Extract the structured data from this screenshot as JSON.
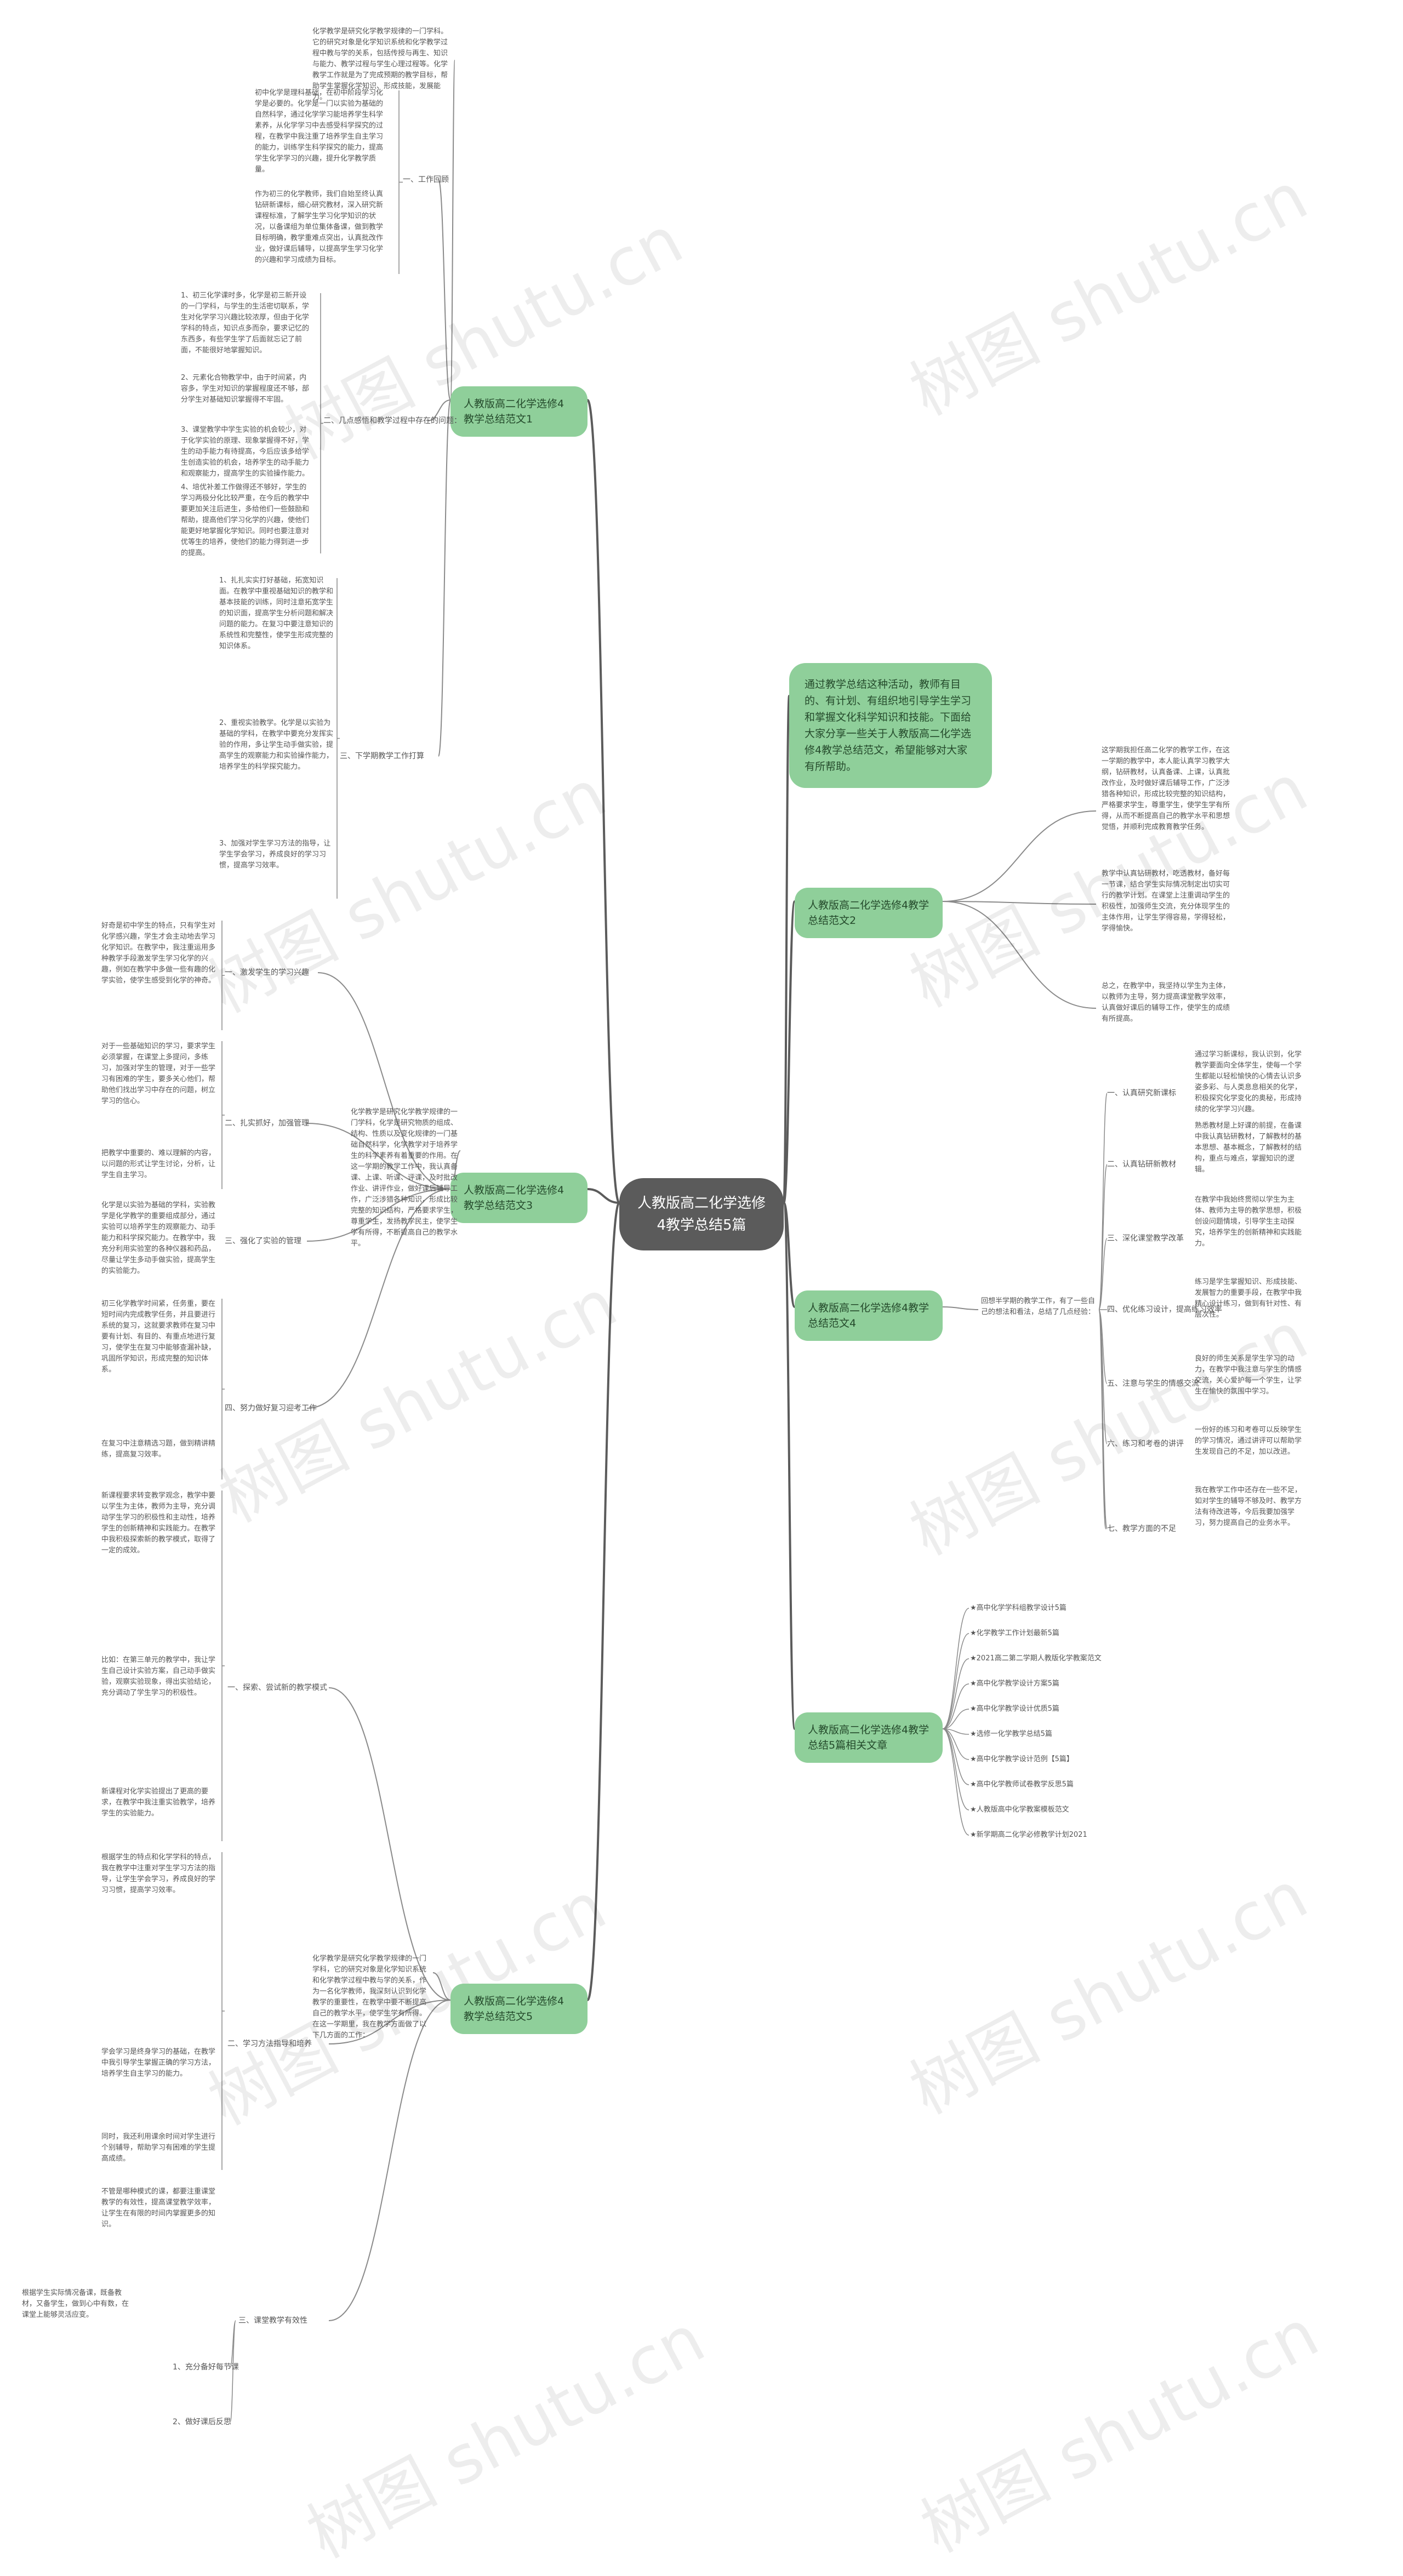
{
  "watermark": "树图 shutu.cn",
  "root": "人教版高二化学选修4教学总结5篇",
  "intro": "通过教学总结这种活动，教师有目的、有计划、有组织地引导学生学习和掌握文化科学知识和技能。下面给大家分享一些关于人教版高二化学选修4教学总结范文，希望能够对大家有所帮助。",
  "b1": {
    "title": "人教版高二化学选修4教学总结范文1",
    "p0": "化学教学是研究化学教学规律的一门学科。它的研究对象是化学知识系统和化学教学过程中教与学的关系，包括传授与再生、知识与能力、教学过程与学生心理过程等。化学教学工作就是为了完成预期的教学目标，帮助学生掌握化学知识、形成技能，发展能力。",
    "s1": "一、工作回顾",
    "s1_p1": "初中化学是理科基础，在初中阶段学习化学是必要的。化学是一门以实验为基础的自然科学，通过化学学习能培养学生科学素养，从化学学习中去感受科学探究的过程，在教学中我注重了培养学生自主学习的能力，训练学生科学探究的能力，提高学生化学学习的兴趣，提升化学教学质量。",
    "s1_p2": "作为初三的化学教师，我们自始至终认真钻研新课标，细心研究教材，深入研究新课程标准，了解学生学习化学知识的状况，以备课组为单位集体备课，做到教学目标明确，教学重难点突出，认真批改作业，做好课后辅导，以提高学生学习化学的兴趣和学习成绩为目标。",
    "s2": "二、几点感悟和教学过程中存在的问题：",
    "s2_p1": "1、初三化学课时多，化学是初三新开设的一门学科，与学生的生活密切联系，学生对化学学习兴趣比较浓厚，但由于化学学科的特点，知识点多而杂，要求记忆的东西多，有些学生学了后面就忘记了前面，不能很好地掌握知识。",
    "s2_p2": "2、元素化合物教学中，由于时间紧，内容多，学生对知识的掌握程度还不够，部分学生对基础知识掌握得不牢固。",
    "s2_p3": "3、课堂教学中学生实验的机会较少，对于化学实验的原理、现象掌握得不好，学生的动手能力有待提高，今后应该多给学生创造实验的机会，培养学生的动手能力和观察能力，提高学生的实验操作能力。",
    "s2_p4": "4、培优补差工作做得还不够好，学生的学习两极分化比较严重，在今后的教学中要更加关注后进生，多给他们一些鼓励和帮助，提高他们学习化学的兴趣，使他们能更好地掌握化学知识。同时也要注意对优等生的培养，使他们的能力得到进一步的提高。",
    "s3": "三、下学期教学工作打算",
    "s3_p1": "1、扎扎实实打好基础，拓宽知识面。在教学中重视基础知识的教学和基本技能的训练，同时注意拓宽学生的知识面，提高学生分析问题和解决问题的能力。在复习中要注意知识的系统性和完整性，使学生形成完整的知识体系。",
    "s3_p2": "2、重视实验教学。化学是以实验为基础的学科，在教学中要充分发挥实验的作用，多让学生动手做实验，提高学生的观察能力和实验操作能力，培养学生的科学探究能力。",
    "s3_p3": "3、加强对学生学习方法的指导，让学生学会学习，养成良好的学习习惯，提高学习效率。"
  },
  "b2": {
    "title": "人教版高二化学选修4教学总结范文2",
    "p1": "这学期我担任高二化学的教学工作，在这一学期的教学中，本人能认真学习教学大纲，钻研教材，认真备课、上课，认真批改作业，及时做好课后辅导工作，广泛涉猎各种知识，形成比较完整的知识结构，严格要求学生，尊重学生，使学生学有所得，从而不断提高自己的教学水平和思想觉悟，并顺利完成教育教学任务。",
    "p2": "教学中认真钻研教材，吃透教材，备好每一节课，结合学生实际情况制定出切实可行的教学计划。在课堂上注重调动学生的积极性，加强师生交流，充分体现学生的主体作用，让学生学得容易，学得轻松，学得愉快。",
    "p3": "总之，在教学中，我坚持以学生为主体，以教师为主导，努力提高课堂教学效率，认真做好课后的辅导工作，使学生的成绩有所提高。"
  },
  "b3": {
    "title": "人教版高二化学选修4教学总结范文3",
    "p0": "化学教学是研究化学教学规律的一门学科，化学是研究物质的组成、结构、性质以及变化规律的一门基础自然科学，化学教学对于培养学生的科学素养有着重要的作用。在这一学期的教学工作中，我认真备课、上课、听课、评课，及时批改作业、讲评作业，做好课后辅导工作，广泛涉猎各种知识，形成比较完整的知识结构，严格要求学生，尊重学生，发扬教学民主，使学生学有所得，不断提高自己的教学水平。",
    "s1": "一、激发学生的学习兴趣",
    "s1_p": "好奇是初中学生的特点，只有学生对化学感兴趣，学生才会主动地去学习化学知识。在教学中，我注重运用多种教学手段激发学生学习化学的兴趣，例如在教学中多做一些有趣的化学实验，使学生感受到化学的神奇。",
    "s2": "二、扎实抓好，加强管理",
    "s2_p1": "对于一些基础知识的学习，要求学生必须掌握，在课堂上多提问，多练习，加强对学生的管理，对于一些学习有困难的学生，要多关心他们，帮助他们找出学习中存在的问题，树立学习的信心。",
    "s2_p2": "把教学中重要的、难以理解的内容，以问题的形式让学生讨论，分析，让学生自主学习。",
    "s3": "三、强化了实验的管理",
    "s3_p": "化学是以实验为基础的学科，实验教学是化学教学的重要组成部分，通过实验可以培养学生的观察能力、动手能力和科学探究能力。在教学中，我充分利用实验室的各种仪器和药品，尽量让学生多动手做实验，提高学生的实验能力。",
    "s4": "四、努力做好复习迎考工作",
    "s4_p1": "初三化学教学时间紧，任务重，要在短时间内完成教学任务，并且要进行系统的复习，这就要求教师在复习中要有计划、有目的、有重点地进行复习，使学生在复习中能够查漏补缺，巩固所学知识，形成完整的知识体系。",
    "s4_p2": "在复习中注意精选习题，做到精讲精练，提高复习效率。"
  },
  "b4": {
    "title": "人教版高二化学选修4教学总结范文4",
    "p0": "回想半学期的教学工作，有了一些自己的想法和看法，总结了几点经验：",
    "items": [
      {
        "label": "一、认真研究新课标",
        "text": "通过学习新课标，我认识到，化学教学要面向全体学生，使每一个学生都能以轻松愉快的心情去认识多姿多彩、与人类息息相关的化学，积极探究化学变化的奥秘，形成持续的化学学习兴趣。"
      },
      {
        "label": "二、认真钻研新教材",
        "text": "熟悉教材是上好课的前提，在备课中我认真钻研教材，了解教材的基本思想、基本概念，了解教材的结构，重点与难点，掌握知识的逻辑。"
      },
      {
        "label": "三、深化课堂教学改革",
        "text": "在教学中我始终贯彻以学生为主体、教师为主导的教学思想，积极创设问题情境，引导学生主动探究，培养学生的创新精神和实践能力。"
      },
      {
        "label": "四、优化练习设计，提高练习效率",
        "text": "练习是学生掌握知识、形成技能、发展智力的重要手段，在教学中我精心设计练习，做到有针对性、有层次性。"
      },
      {
        "label": "五、注意与学生的情感交流",
        "text": "良好的师生关系是学生学习的动力，在教学中我注意与学生的情感交流，关心爱护每一个学生，让学生在愉快的氛围中学习。"
      },
      {
        "label": "六、练习和考卷的讲评",
        "text": "一份好的练习和考卷可以反映学生的学习情况，通过讲评可以帮助学生发现自己的不足，加以改进。"
      },
      {
        "label": "七、教学方面的不足",
        "text": "我在教学工作中还存在一些不足，如对学生的辅导不够及时、教学方法有待改进等，今后我要加强学习，努力提高自己的业务水平。"
      }
    ]
  },
  "b5": {
    "title": "人教版高二化学选修4教学总结5篇相关文章",
    "links": [
      "★高中化学学科组教学设计5篇",
      "★化学教学工作计划最新5篇",
      "★2021高二第二学期人教版化学教案范文",
      "★高中化学教学设计方案5篇",
      "★高中化学教学设计优质5篇",
      "★选修一化学教学总结5篇",
      "★高中化学教学设计范例【5篇】",
      "★高中化学教师试卷教学反思5篇",
      "★人教版高中化学教案模板范文",
      "★新学期高二化学必修教学计划2021"
    ]
  },
  "b6": {
    "title": "人教版高二化学选修4教学总结范文5",
    "p0": "化学教学是研究化学教学规律的一门学科，它的研究对象是化学知识系统和化学教学过程中教与学的关系，作为一名化学教师，我深刻认识到化学教学的重要性，在教学中要不断提高自己的教学水平，使学生学有所得。在这一学期里，我在教学方面做了以下几方面的工作：",
    "s1": "一、探索、尝试新的教学模式",
    "s1_p1": "新课程要求转变教学观念，教学中要以学生为主体，教师为主导，充分调动学生学习的积极性和主动性，培养学生的创新精神和实践能力。在教学中我积极探索新的教学模式，取得了一定的成效。",
    "s1_p2": "比如：在第三单元的教学中，我让学生自己设计实验方案，自己动手做实验，观察实验现象，得出实验结论，充分调动了学生学习的积极性。",
    "s1_p3": "新课程对化学实验提出了更高的要求，在教学中我注重实验教学，培养学生的实验能力。",
    "s2": "二、学习方法指导和培养",
    "s2_p1": "根据学生的特点和化学学科的特点，我在教学中注重对学生学习方法的指导，让学生学会学习，养成良好的学习习惯，提高学习效率。",
    "s2_p2": "学会学习是终身学习的基础，在教学中我引导学生掌握正确的学习方法，培养学生自主学习的能力。",
    "s2_p3": "同时，我还利用课余时间对学生进行个别辅导，帮助学习有困难的学生提高成绩。",
    "s3": "三、课堂教学有效性",
    "s3_p1": "不管是哪种模式的课，都要注重课堂教学的有效性，提高课堂教学效率，让学生在有限的时间内掌握更多的知识。",
    "s3_sub": [
      {
        "label": "1、充分备好每节课",
        "text": "根据学生实际情况备课，既备教材，又备学生，做到心中有数，在课堂上能够灵活应变。"
      },
      {
        "label": "2、做好课后反思",
        "text": ""
      }
    ]
  }
}
